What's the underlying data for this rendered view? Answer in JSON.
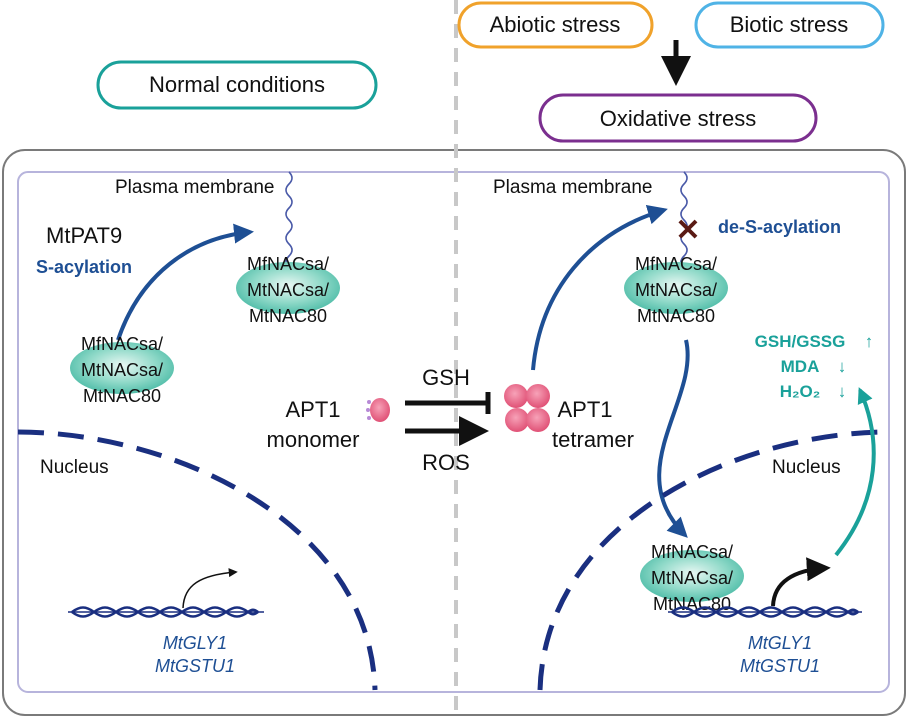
{
  "header": {
    "normal_conditions": "Normal conditions",
    "abiotic_stress": "Abiotic stress",
    "biotic_stress": "Biotic stress",
    "oxidative_stress": "Oxidative stress"
  },
  "left": {
    "plasma_membrane": "Plasma membrane",
    "enzyme": "MtPAT9",
    "process": "S-acylation",
    "nac_cytosol": [
      "MfNACsa/",
      "MtNACsa/",
      "MtNAC80"
    ],
    "nac_membrane": [
      "MfNACsa/",
      "MtNACsa/",
      "MtNAC80"
    ],
    "nucleus": "Nucleus",
    "genes": [
      "MtGLY1",
      "MtGSTU1"
    ]
  },
  "center": {
    "apt1_monomer": [
      "APT1",
      "monomer"
    ],
    "apt1_tetramer": [
      "APT1",
      "tetramer"
    ],
    "gsh": "GSH",
    "ros": "ROS"
  },
  "right": {
    "plasma_membrane": "Plasma membrane",
    "process": "de-S-acylation",
    "nac_membrane": [
      "MfNACsa/",
      "MtNACsa/",
      "MtNAC80"
    ],
    "nac_nucleus": [
      "MfNACsa/",
      "MtNACsa/",
      "MtNAC80"
    ],
    "nucleus": "Nucleus",
    "genes": [
      "MtGLY1",
      "MtGSTU1"
    ],
    "outcomes": [
      {
        "label": "GSH/GSSG",
        "arrow": "↑"
      },
      {
        "label": "MDA",
        "arrow": "↓"
      },
      {
        "label": "H₂O₂",
        "arrow": "↓"
      }
    ]
  },
  "colors": {
    "teal": "#1aa19a",
    "abiotic": "#f0a22b",
    "biotic": "#4fb3e6",
    "oxidative": "#7b2f8f",
    "navy": "#1a2f80",
    "arrow_blue": "#1e4f94",
    "apt1": "#e6557a",
    "nac_fill": "#5fc7b3"
  }
}
